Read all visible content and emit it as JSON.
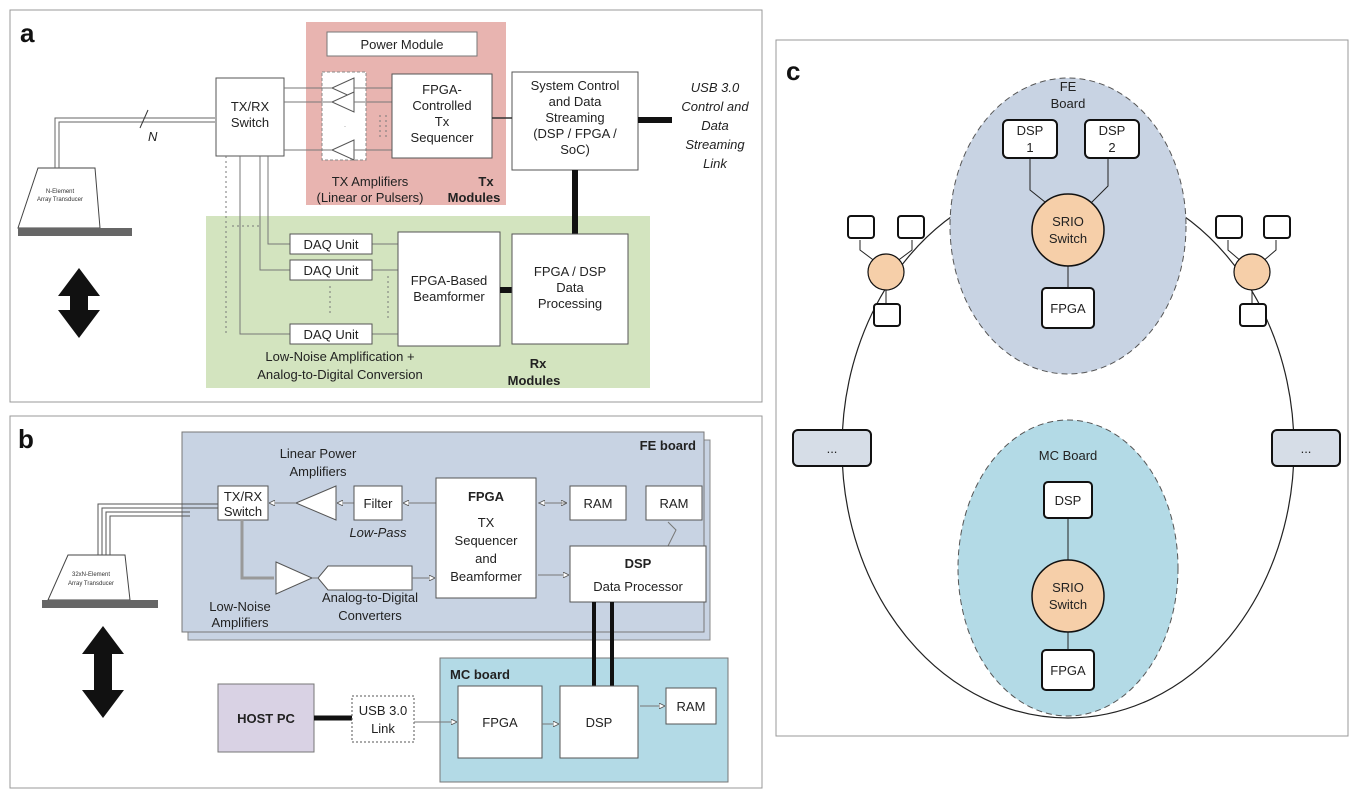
{
  "panel_a": {
    "letter": "a",
    "transducer": {
      "line1": "N-Element",
      "line2": "Array Transducer"
    },
    "n_label": "N",
    "txrx": {
      "line1": "TX/RX",
      "line2": "Switch"
    },
    "power_module": "Power Module",
    "fpga_tx": {
      "line1": "FPGA-",
      "line2": "Controlled",
      "line3": "Tx",
      "line4": "Sequencer"
    },
    "tx_amps": {
      "line1": "TX Amplifiers",
      "line2": "(Linear or Pulsers)"
    },
    "tx_modules": {
      "line1": "Tx",
      "line2": "Modules"
    },
    "sys_ctrl": {
      "line1": "System Control",
      "line2": "and Data",
      "line3": "Streaming",
      "line4": "(DSP / FPGA /",
      "line5": "SoC)"
    },
    "usb": {
      "line1": "USB 3.0",
      "line2": "Control and",
      "line3": "Data",
      "line4": "Streaming",
      "line5": "Link"
    },
    "daq": "DAQ Unit",
    "beamformer": {
      "line1": "FPGA-Based",
      "line2": "Beamformer"
    },
    "processing": {
      "line1": "FPGA / DSP",
      "line2": "Data",
      "line3": "Processing"
    },
    "lna": {
      "line1": "Low-Noise Amplification +",
      "line2": "Analog-to-Digital Conversion"
    },
    "rx_modules": {
      "line1": "Rx",
      "line2": "Modules"
    }
  },
  "panel_b": {
    "letter": "b",
    "fe_board": "FE board",
    "transducer": {
      "line1": "32xN-Element",
      "line2": "Array Transducer"
    },
    "txrx": {
      "line1": "TX/RX",
      "line2": "Switch"
    },
    "linear_power": {
      "line1": "Linear Power",
      "line2": "Amplifiers"
    },
    "filter": "Filter",
    "low_pass": "Low-Pass",
    "fpga": {
      "title": "FPGA",
      "line1": "TX",
      "line2": "Sequencer",
      "line3": "and",
      "line4": "Beamformer"
    },
    "ram": "RAM",
    "dsp": {
      "title": "DSP",
      "sub": "Data Processor"
    },
    "low_noise": {
      "line1": "Low-Noise",
      "line2": "Amplifiers"
    },
    "adc": {
      "line1": "Analog-to-Digital",
      "line2": "Converters"
    },
    "mc_board": "MC board",
    "host_pc": "HOST PC",
    "usb_link": {
      "line1": "USB 3.0",
      "line2": "Link"
    },
    "mc_fpga": "FPGA",
    "mc_dsp": "DSP",
    "mc_ram": "RAM"
  },
  "panel_c": {
    "letter": "c",
    "fe_board": {
      "line1": "FE",
      "line2": "Board"
    },
    "dsp1": {
      "line1": "DSP",
      "line2": "1"
    },
    "dsp2": {
      "line1": "DSP",
      "line2": "2"
    },
    "srio": {
      "line1": "SRIO",
      "line2": "Switch"
    },
    "fpga": "FPGA",
    "ellipsis": "...",
    "mc_board": "MC Board",
    "mc_dsp": "DSP",
    "mc_fpga": "FPGA"
  },
  "colors": {
    "tx_pink": "#e8b4b0",
    "rx_green": "#d3e4bf",
    "fe_blue": "#c8d3e3",
    "mc_teal": "#b3dae6",
    "host_purple": "#d9d2e4",
    "srio_orange": "#f6cfa9",
    "node_gray": "#d6dde7"
  }
}
